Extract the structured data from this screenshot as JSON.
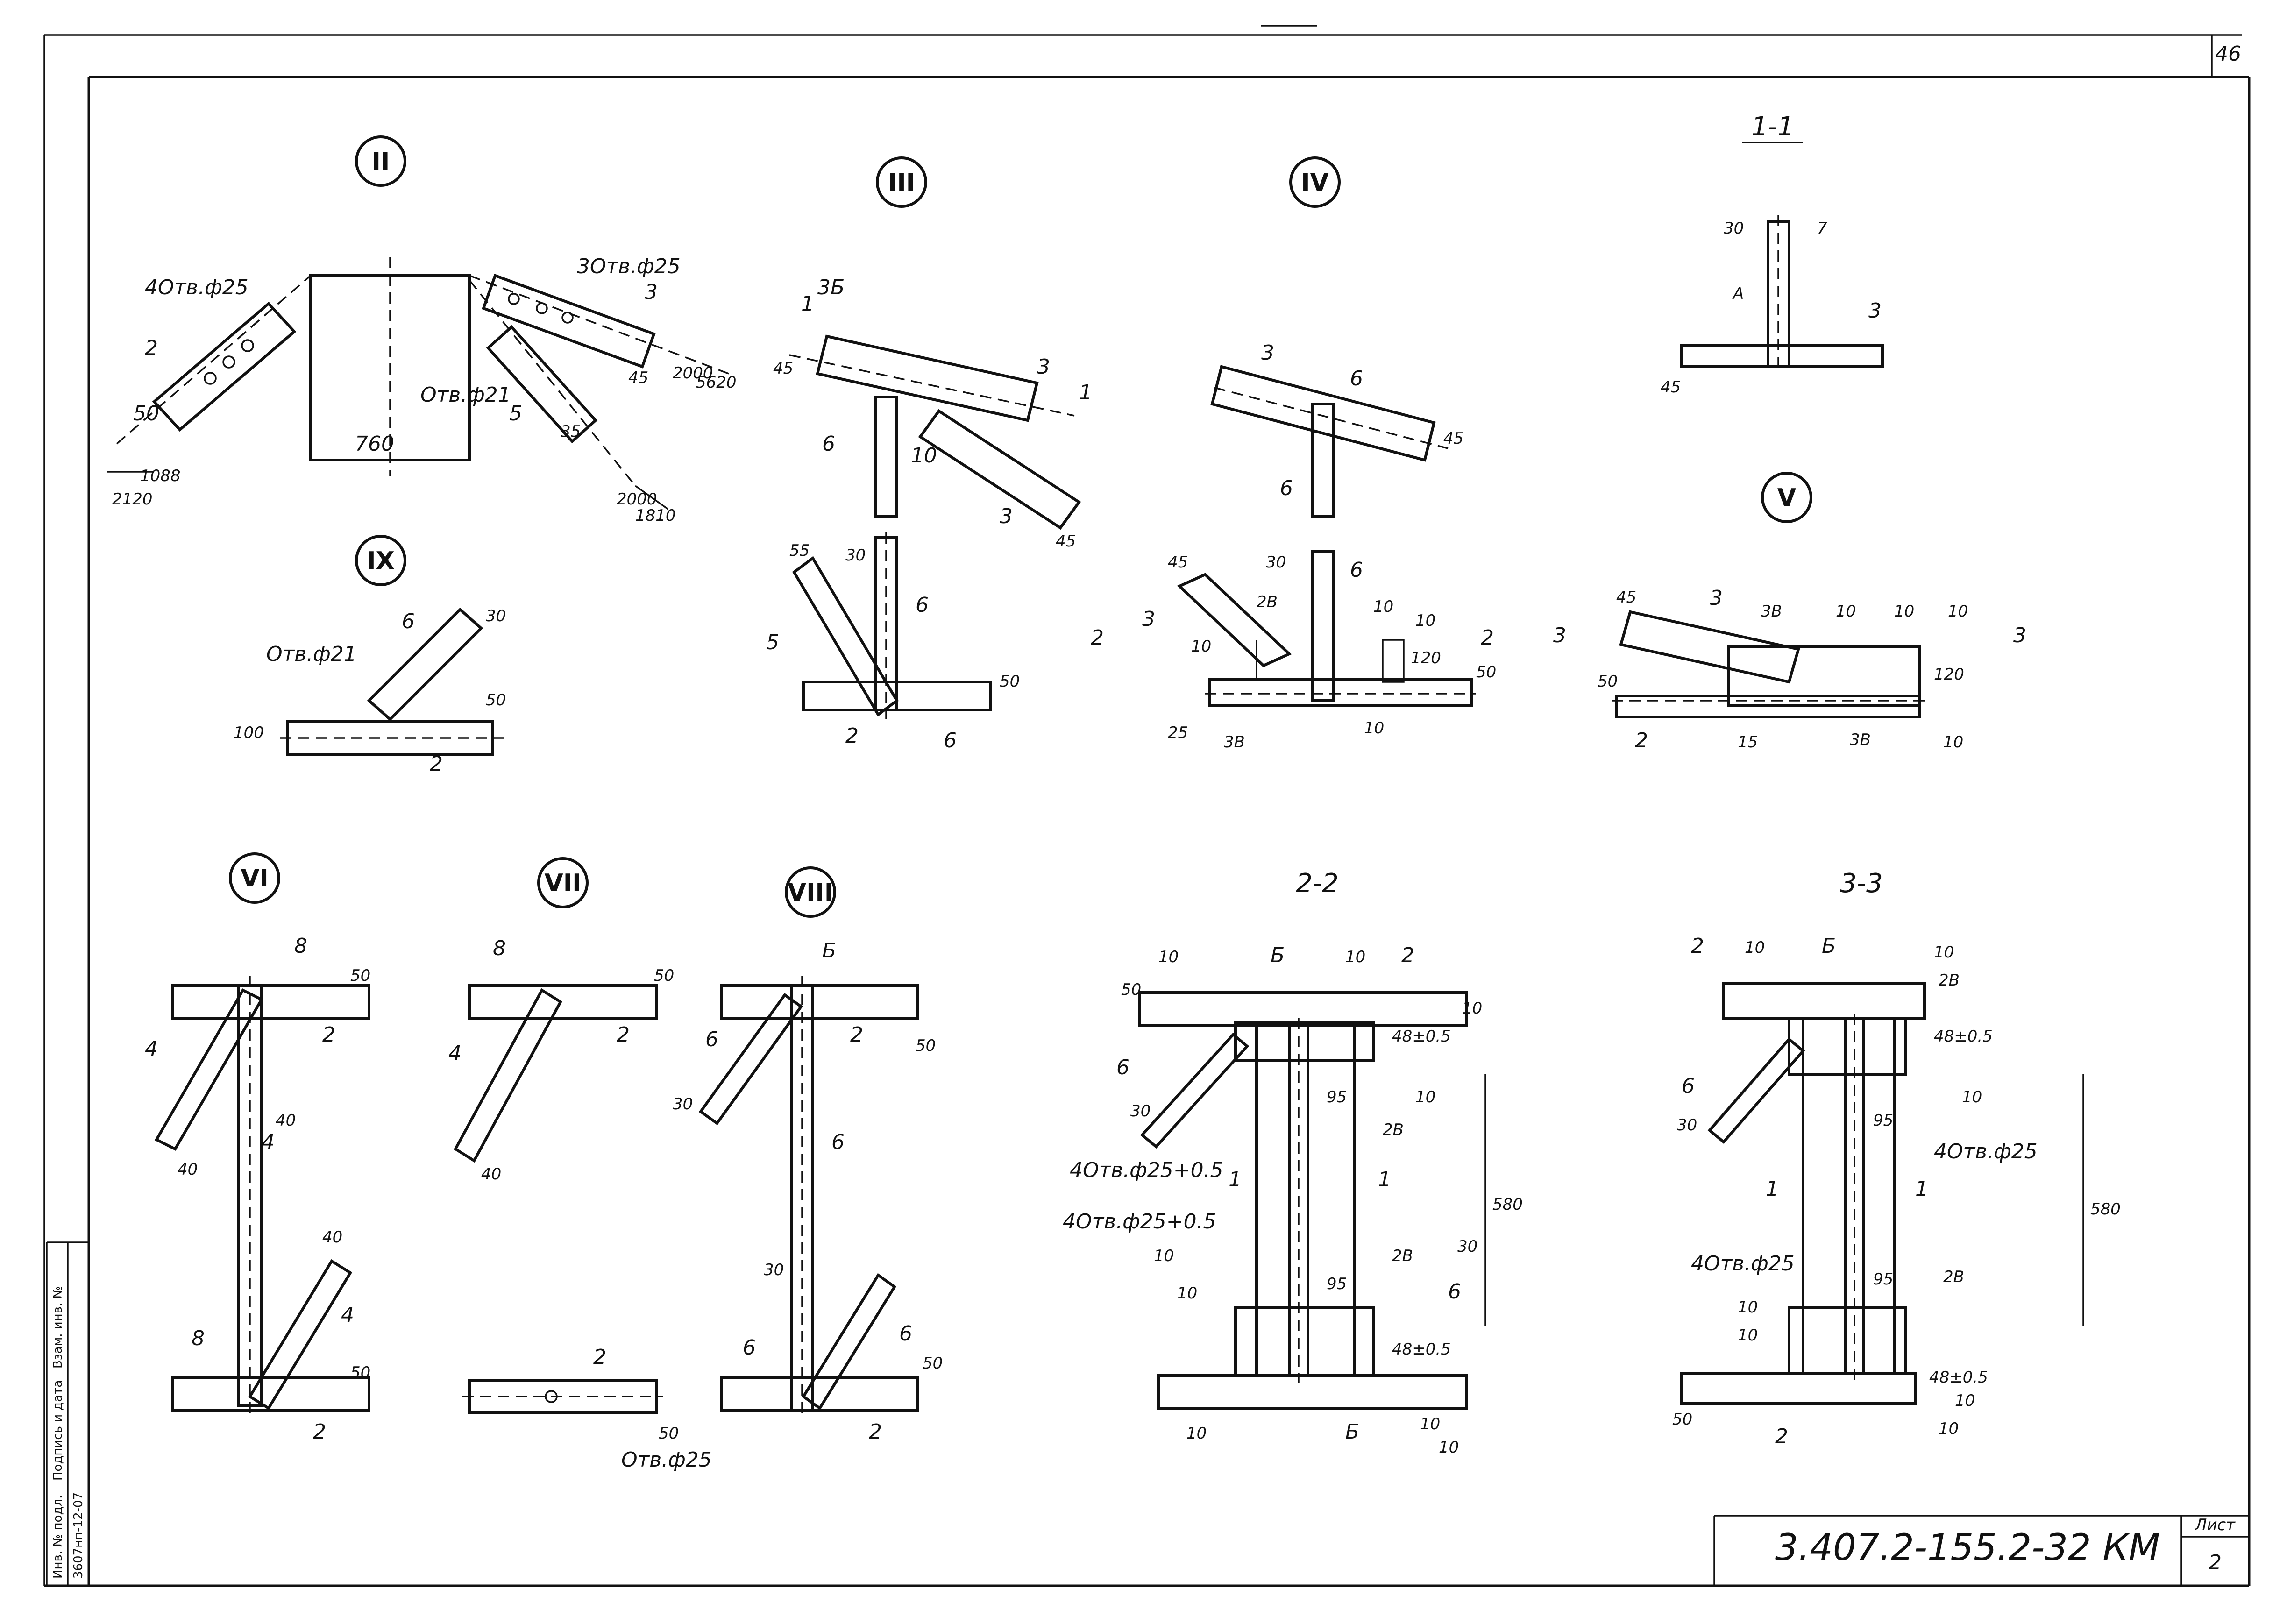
{
  "sheet": {
    "page_number": "46",
    "doc_code": "3.407.2-155.2-32 КМ",
    "sheet_label": "Лист",
    "sheet_number": "2",
    "stamp": [
      "Инв. № подл.",
      "Подпись и дата",
      "Взам. инв. №",
      "3607нп-12-07"
    ]
  },
  "views": {
    "II": {
      "marker": "II",
      "labels": [
        "4Отв.ф25",
        "3Отв.ф25",
        "Отв.ф21",
        "2",
        "3",
        "5",
        "50",
        "35",
        "45",
        "760",
        "2000",
        "5620",
        "2120",
        "1088",
        "2000",
        "1810"
      ]
    },
    "III": {
      "marker": "III",
      "labels": [
        "3Б",
        "3",
        "3",
        "6",
        "10",
        "45",
        "45",
        "1",
        "1"
      ]
    },
    "IV": {
      "marker": "IV",
      "labels": [
        "3",
        "6",
        "6",
        "45"
      ]
    },
    "S11": {
      "title": "1-1",
      "labels": [
        "30",
        "7",
        "А",
        "3",
        "45"
      ]
    },
    "IX": {
      "marker": "IX",
      "labels": [
        "Отв.ф21",
        "6",
        "30",
        "100",
        "50",
        "2"
      ]
    },
    "S1": {
      "labels": [
        "55",
        "30",
        "6",
        "5",
        "50",
        "2",
        "6"
      ]
    },
    "S2": {
      "labels": [
        "45",
        "3",
        "30",
        "6",
        "2В",
        "10",
        "10",
        "10",
        "50",
        "120",
        "25",
        "3В",
        "10",
        "2",
        "2"
      ]
    },
    "V": {
      "marker": "V",
      "labels": [
        "45",
        "3",
        "3В",
        "10",
        "10",
        "10",
        "50",
        "120",
        "2",
        "15",
        "3В",
        "10",
        "3",
        "3"
      ]
    },
    "VI": {
      "marker": "VI",
      "labels": [
        "8",
        "50",
        "4",
        "2",
        "40",
        "40",
        "4",
        "40",
        "4",
        "8",
        "50",
        "2"
      ]
    },
    "VII": {
      "marker": "VII",
      "labels": [
        "8",
        "50",
        "4",
        "2",
        "40",
        "2",
        "50",
        "Отв.ф25"
      ]
    },
    "VIII": {
      "marker": "VIII",
      "labels": [
        "Б",
        "50",
        "6",
        "2",
        "30",
        "6",
        "30",
        "6",
        "6",
        "50",
        "2"
      ]
    },
    "S22": {
      "title": "2-2",
      "labels": [
        "10",
        "Б",
        "10",
        "2",
        "50",
        "10",
        "6",
        "30",
        "4Отв.ф25+0.5",
        "4Отв.ф25+0.5",
        "1",
        "1",
        "10",
        "10",
        "95",
        "95",
        "2В",
        "2В",
        "6",
        "30",
        "Б",
        "10",
        "10",
        "580",
        "48±0.5",
        "48±0.5",
        "10",
        "10"
      ]
    },
    "S33": {
      "title": "3-3",
      "labels": [
        "2",
        "10",
        "Б",
        "10",
        "2В",
        "6",
        "30",
        "48±0.5",
        "10",
        "4Отв.ф25",
        "95",
        "1",
        "1",
        "580",
        "4Отв.ф25",
        "95",
        "2В",
        "10",
        "10",
        "48±0.5",
        "10",
        "10",
        "50",
        "2"
      ]
    }
  }
}
